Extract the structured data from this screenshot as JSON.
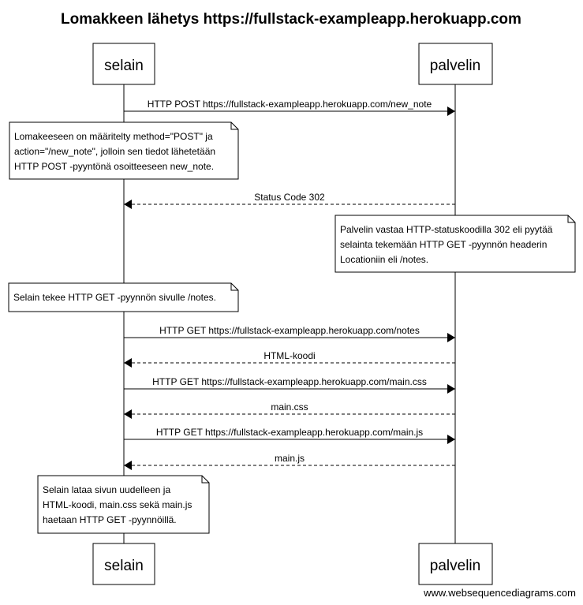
{
  "title": "Lomakkeen lähetys https://fullstack-exampleapp.herokuapp.com",
  "participants": [
    {
      "id": "browser",
      "label": "selain"
    },
    {
      "id": "server",
      "label": "palvelin"
    }
  ],
  "messages": [
    {
      "from": "browser",
      "to": "server",
      "label": "HTTP POST https://fullstack-exampleapp.herokuapp.com/new_note",
      "style": "solid"
    },
    {
      "from": "server",
      "to": "browser",
      "label": "Status Code 302",
      "style": "dashed"
    },
    {
      "from": "browser",
      "to": "server",
      "label": "HTTP GET https://fullstack-exampleapp.herokuapp.com/notes",
      "style": "solid"
    },
    {
      "from": "server",
      "to": "browser",
      "label": "HTML-koodi",
      "style": "dashed"
    },
    {
      "from": "browser",
      "to": "server",
      "label": "HTTP GET https://fullstack-exampleapp.herokuapp.com/main.css",
      "style": "solid"
    },
    {
      "from": "server",
      "to": "browser",
      "label": "main.css",
      "style": "dashed"
    },
    {
      "from": "browser",
      "to": "server",
      "label": "HTTP GET https://fullstack-exampleapp.herokuapp.com/main.js",
      "style": "solid"
    },
    {
      "from": "server",
      "to": "browser",
      "label": "main.js",
      "style": "dashed"
    }
  ],
  "notes": [
    {
      "over": "browser",
      "lines": [
        "Lomakeeseen on määritelty method=\"POST\" ja",
        "action=\"/new_note\", jolloin sen tiedot lähetetään",
        "HTTP POST -pyyntönä osoitteeseen new_note."
      ]
    },
    {
      "over": "server",
      "lines": [
        "Palvelin vastaa HTTP-statuskoodilla 302 eli pyytää",
        "selainta tekemään HTTP GET -pyynnön headerin",
        "Locationiin eli /notes."
      ]
    },
    {
      "over": "browser",
      "lines": [
        "Selain tekee HTTP GET -pyynnön sivulle /notes."
      ]
    },
    {
      "over": "browser",
      "lines": [
        "Selain lataa sivun uudelleen ja",
        "HTML-koodi, main.css sekä main.js",
        "haetaan HTTP GET -pyynnöillä."
      ]
    }
  ],
  "watermark": "www.websequencediagrams.com"
}
